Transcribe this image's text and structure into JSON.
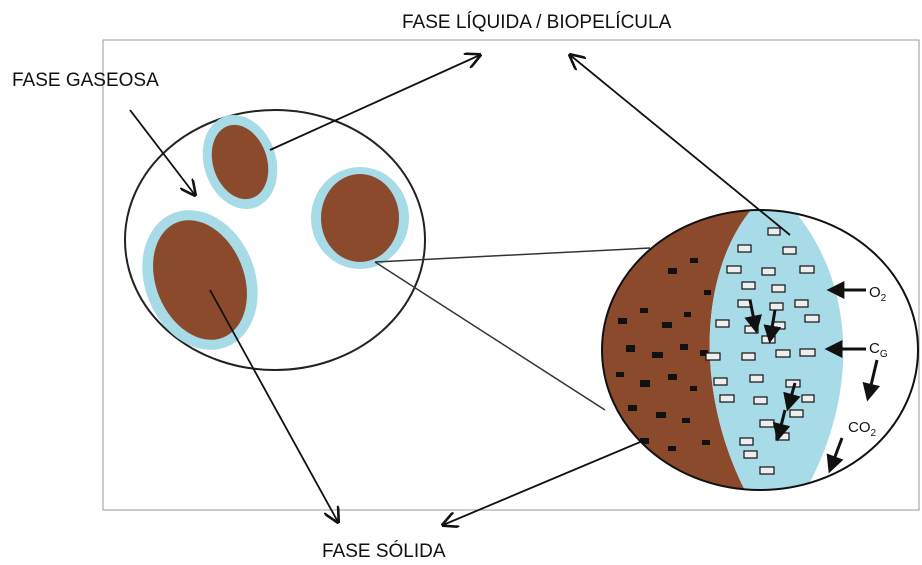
{
  "labels": {
    "liquid_phase": "FASE LÍQUIDA / BIOPELÍCULA",
    "gas_phase": "FASE GASEOSA",
    "solid_phase": "FASE SÓLIDA"
  },
  "species": {
    "oxygen": "O",
    "oxygen_sub": "2",
    "gas_compound": "C",
    "gas_compound_sub": "G",
    "carbon_dioxide": "CO",
    "carbon_dioxide_sub": "2"
  },
  "colors": {
    "solid": "#8b4a2c",
    "biofilm": "#a8dbe8",
    "outline": "#111111"
  }
}
